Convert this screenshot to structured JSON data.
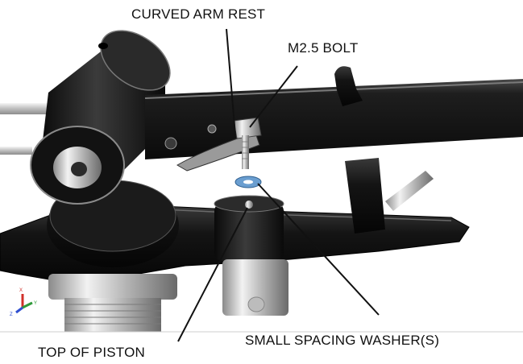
{
  "labels": {
    "curved_arm_rest": "CURVED ARM REST",
    "m25_bolt": "M2.5 BOLT",
    "small_spacing_washer": "SMALL SPACING WASHER(S)",
    "top_of_piston": "TOP OF PISTON"
  },
  "triad": {
    "x": "X",
    "y": "Y",
    "z": "Z"
  },
  "colors": {
    "leader": "#111111",
    "body": "#1a1a1a",
    "chrome": "#cfcfcf",
    "washer": "#6a9ed0",
    "axis_x": "#d0302a",
    "axis_y": "#2f9a3a",
    "axis_z": "#2f4fd0"
  }
}
